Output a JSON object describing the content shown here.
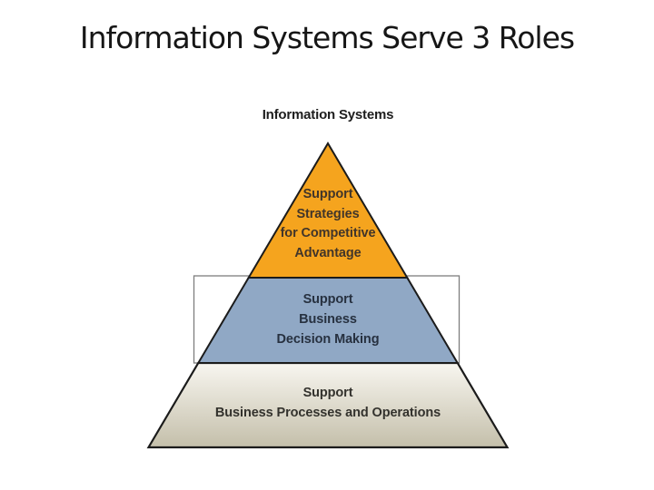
{
  "slide": {
    "title": "Information Systems Serve 3 Roles",
    "background_color": "#ffffff",
    "title_color": "#161616"
  },
  "diagram": {
    "label": "Information Systems",
    "outline_color": "#1b1b1b",
    "box_fill": "#ffffff",
    "box_border_color": "#7e7e7e",
    "levels": [
      {
        "name": "strategic",
        "color": "#F5A41E",
        "text_color": "#41352a",
        "lines": [
          "Support",
          "Strategies",
          "for Competitive",
          "Advantage"
        ]
      },
      {
        "name": "tactical",
        "color": "#90A8C5",
        "text_color": "#273140",
        "lines": [
          "Support",
          "Business",
          "Decision Making"
        ]
      },
      {
        "name": "operational",
        "color_top": "#F8F6F0",
        "color_bottom": "#C4BFAA",
        "text_color": "#33322d",
        "lines": [
          "Support",
          "Business Processes and Operations"
        ]
      }
    ]
  }
}
